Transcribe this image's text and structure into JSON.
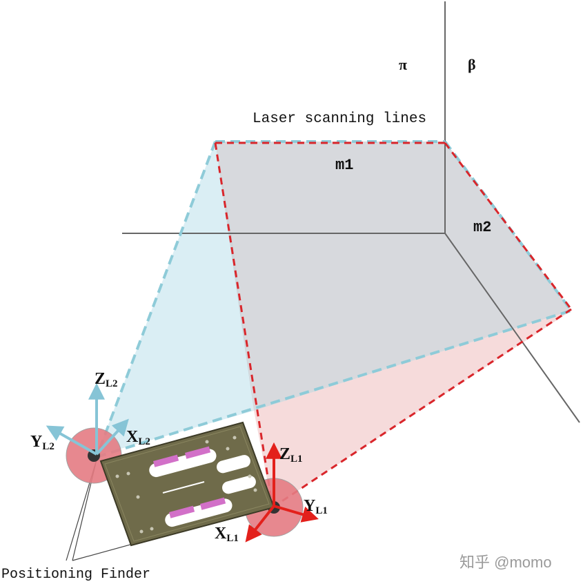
{
  "planes": {
    "pi": "π",
    "beta": "β"
  },
  "scan_title": "Laser scanning lines",
  "lines": {
    "m1": "m1",
    "m2": "m2"
  },
  "axes_l2": {
    "z": "Z",
    "z_sub": "L2",
    "y": "Y",
    "y_sub": "L2",
    "x": "X",
    "x_sub": "L2"
  },
  "axes_l1": {
    "z": "Z",
    "z_sub": "L1",
    "y": "Y",
    "y_sub": "L1",
    "x": "X",
    "x_sub": "L1"
  },
  "finder_label": "Positioning Finder",
  "watermark": "知乎 @momo",
  "colors": {
    "red_laser": "#d9262b",
    "blue_laser": "#8ecbd8",
    "blue_fill": "#d6ecf3",
    "red_fill": "#f5d7d7",
    "gray_plane": "#c9ccd1",
    "plate": "#6f6b4a",
    "axis_red": "#e3201b",
    "axis_blue": "#86c4d6"
  }
}
